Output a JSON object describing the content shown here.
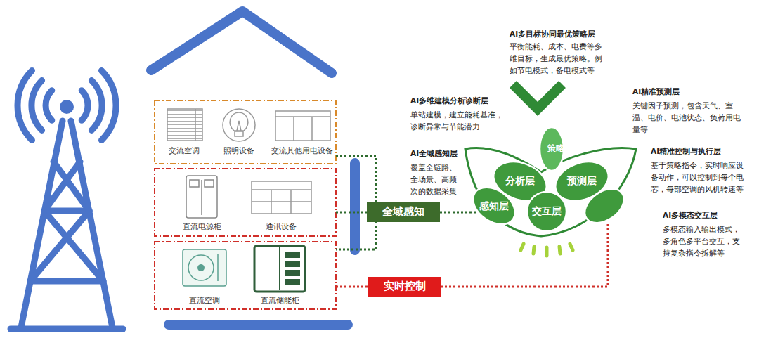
{
  "diagram": {
    "nodes": [
      {
        "text": [
          "交流空调"
        ]
      },
      {
        "text": [
          "照明设备"
        ]
      },
      {
        "text": [
          "交流其他用电设备"
        ]
      },
      {
        "text": [
          "直流电源柜"
        ]
      },
      {
        "text": [
          "通讯设备"
        ]
      },
      {
        "text": [
          "直流空调"
        ]
      },
      {
        "text": [
          "直流储能柜"
        ]
      },
      {
        "text": [
          "全域感知"
        ]
      },
      {
        "text": [
          "实时控制"
        ]
      },
      {
        "text": [
          "策略层"
        ]
      },
      {
        "text": [
          "分析层"
        ]
      },
      {
        "text": [
          "预测层"
        ]
      },
      {
        "text": [
          "感知层"
        ]
      },
      {
        "text": [
          "交互层"
        ]
      }
    ],
    "edges": [
      {
        "from": 7,
        "to": 12,
        "arrow": "none"
      }
    ],
    "labels": [
      "AI多目标协同最优策略层",
      "平衡能耗、成本、电费等多维目标，生成最优策略。例如节电模式，备电模式等",
      "AI多维建模分析诊断层",
      "单站建模，建立能耗基准，诊断异常与节能潜力",
      "AI精准预测层",
      "关键因子预测，包含天气、室温、电价、电池状态、负荷用电量等",
      "AI全域感知层",
      "覆盖全链路、全场景、高频次的数据采集",
      "AI精准控制与执行层",
      "基于策略指令，实时响应设备动作，可以控制到每个电芯，每部空调的风机转速等",
      "AI多模态交互层",
      "多模态输入输出模式，多角色多平台交互，支持复杂指令拆解等"
    ]
  }
}
